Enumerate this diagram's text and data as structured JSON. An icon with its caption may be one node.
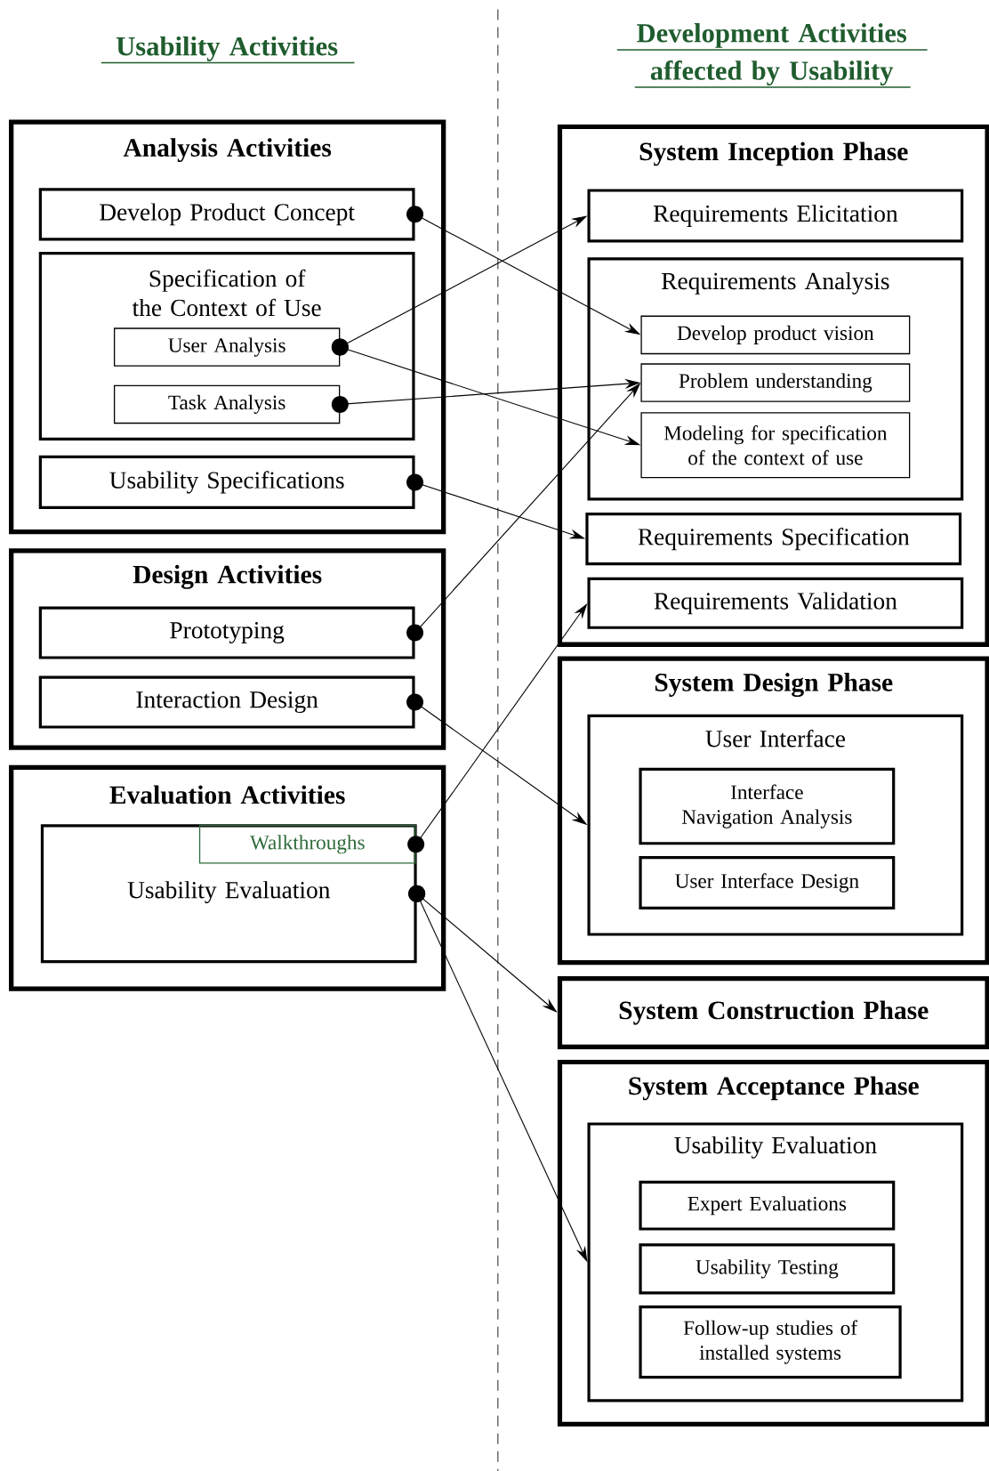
{
  "diagram": {
    "nodes": [
      {
        "text": [
          "Analysis Activities"
        ]
      },
      {
        "text": [
          "Develop Product Concept"
        ],
        "in": 0
      },
      {
        "text": [
          "Specification of the Context of Use"
        ],
        "in": 0
      },
      {
        "text": [
          "User Analysis"
        ],
        "in": 2
      },
      {
        "text": [
          "Task Analysis"
        ],
        "in": 2
      },
      {
        "text": [
          "Usability Specifications"
        ],
        "in": 0
      },
      {
        "text": [
          "Design Activities"
        ]
      },
      {
        "text": [
          "Prototyping"
        ],
        "in": 6
      },
      {
        "text": [
          "Interaction Design"
        ],
        "in": 6
      },
      {
        "text": [
          "Evaluation Activities"
        ]
      },
      {
        "text": [
          "Usability Evaluation"
        ],
        "in": 9
      },
      {
        "text": [
          "Walkthroughs"
        ],
        "in": 10
      },
      {
        "text": [
          "System Inception Phase"
        ]
      },
      {
        "text": [
          "Requirements Elicitation"
        ],
        "in": 12
      },
      {
        "text": [
          "Requirements Analysis"
        ],
        "in": 12
      },
      {
        "text": [
          "Develop product vision"
        ],
        "in": 14
      },
      {
        "text": [
          "Problem understanding"
        ],
        "in": 14
      },
      {
        "text": [
          "Modeling for specification of the context of use"
        ],
        "in": 14
      },
      {
        "text": [
          "Requirements Specification"
        ],
        "in": 12
      },
      {
        "text": [
          "Requirements Validation"
        ],
        "in": 12
      },
      {
        "text": [
          "System Design Phase"
        ]
      },
      {
        "text": [
          "User Interface"
        ],
        "in": 20
      },
      {
        "text": [
          "Interface Navigation Analysis"
        ],
        "in": 21
      },
      {
        "text": [
          "User Interface Design"
        ],
        "in": 21
      },
      {
        "text": [
          "System Construction Phase"
        ]
      },
      {
        "text": [
          "System Acceptance Phase"
        ]
      },
      {
        "text": [
          "Usability Evaluation"
        ],
        "in": 25
      },
      {
        "text": [
          "Expert Evaluations"
        ],
        "in": 26
      },
      {
        "text": [
          "Usability Testing"
        ],
        "in": 26
      },
      {
        "text": [
          "Follow-up studies of installed systems"
        ],
        "in": 26
      }
    ],
    "edges": [
      {
        "from": 1,
        "to": 15,
        "arrow": "to"
      },
      {
        "from": 3,
        "to": 13,
        "arrow": "to"
      },
      {
        "from": 3,
        "to": 17,
        "arrow": "to"
      },
      {
        "from": 4,
        "to": 16,
        "arrow": "to"
      },
      {
        "from": 5,
        "to": 18,
        "arrow": "to"
      },
      {
        "from": 7,
        "to": 16,
        "arrow": "to"
      },
      {
        "from": 8,
        "to": 21,
        "arrow": "to"
      },
      {
        "from": 11,
        "to": 19,
        "arrow": "to"
      },
      {
        "from": 10,
        "to": 24,
        "arrow": "to"
      },
      {
        "from": 10,
        "to": 26,
        "arrow": "to"
      }
    ],
    "labels": [
      "Usability Activities",
      "Development Activities affected by Usability"
    ]
  }
}
